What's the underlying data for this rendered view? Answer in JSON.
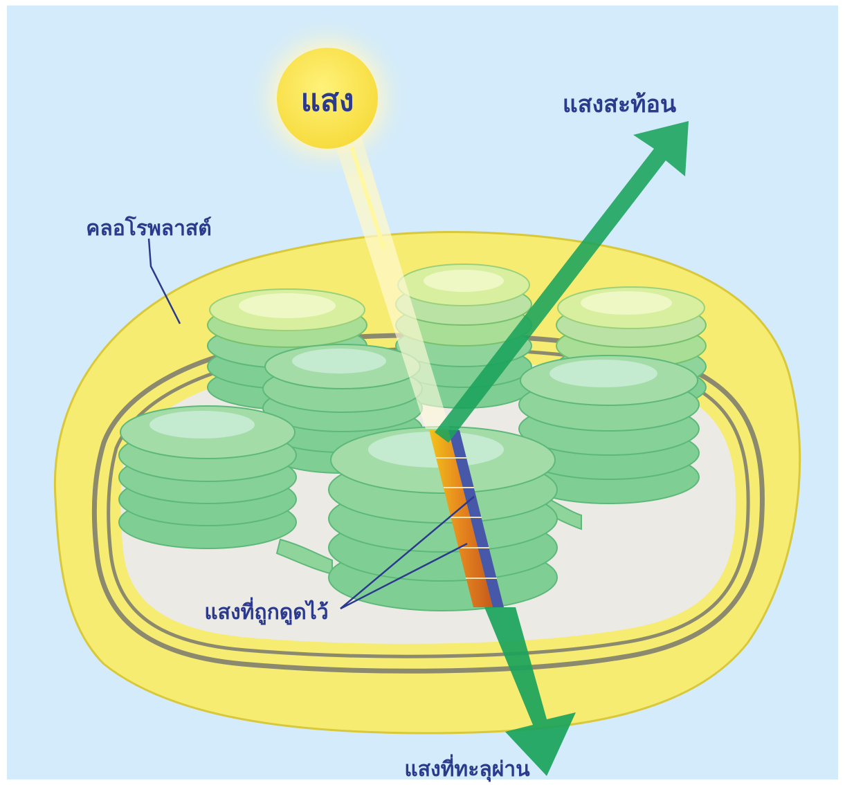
{
  "labels": {
    "light": "แสง",
    "reflected_light": "แสงสะท้อน",
    "chloroplast": "คลอโรพลาสต์",
    "absorbed_light": "แสงที่ถูกดูดไว้",
    "transmitted_light": "แสงที่ทะลุผ่าน"
  },
  "colors": {
    "background": "#d3ebfa",
    "outer_membrane": "#f6ec72",
    "membrane_line": "#8c8a6e",
    "stroma": "#eceae4",
    "thylakoid": "#7fcf95",
    "thylakoid_top": "#b9e6c0",
    "thylakoid_yellow_top": "#d8efa0",
    "sun": "#fbe65a",
    "sun_halo": "#fff6c0",
    "arrow": "#1aa35b",
    "absorbed_orange": "#e6861e",
    "absorbed_blue": "#4858a8",
    "label_text": "#2b3a8c"
  }
}
